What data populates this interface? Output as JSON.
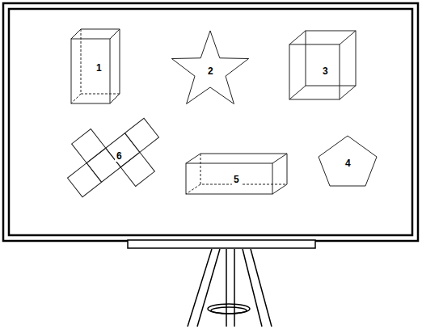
{
  "diagram": {
    "labels": [
      "1",
      "2",
      "3",
      "6",
      "5",
      "4"
    ]
  }
}
